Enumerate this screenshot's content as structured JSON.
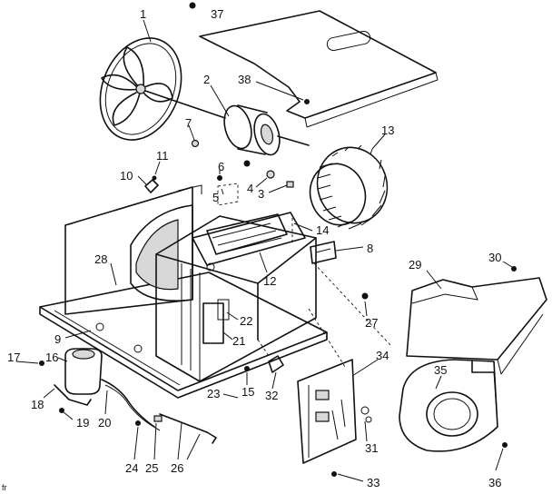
{
  "diagram": {
    "corner_mark": "fr",
    "callouts": [
      {
        "id": "c1",
        "label": "1"
      },
      {
        "id": "c2",
        "label": "2"
      },
      {
        "id": "c3",
        "label": "3"
      },
      {
        "id": "c4",
        "label": "4"
      },
      {
        "id": "c5",
        "label": "5"
      },
      {
        "id": "c6",
        "label": "6"
      },
      {
        "id": "c7",
        "label": "7"
      },
      {
        "id": "c8",
        "label": "8"
      },
      {
        "id": "c9",
        "label": "9"
      },
      {
        "id": "c10",
        "label": "10"
      },
      {
        "id": "c11",
        "label": "11"
      },
      {
        "id": "c12",
        "label": "12"
      },
      {
        "id": "c13",
        "label": "13"
      },
      {
        "id": "c14",
        "label": "14"
      },
      {
        "id": "c15",
        "label": "15"
      },
      {
        "id": "c16",
        "label": "16"
      },
      {
        "id": "c17",
        "label": "17"
      },
      {
        "id": "c18",
        "label": "18"
      },
      {
        "id": "c19",
        "label": "19"
      },
      {
        "id": "c20",
        "label": "20"
      },
      {
        "id": "c21",
        "label": "21"
      },
      {
        "id": "c22",
        "label": "22"
      },
      {
        "id": "c23",
        "label": "23"
      },
      {
        "id": "c24",
        "label": "24"
      },
      {
        "id": "c25",
        "label": "25"
      },
      {
        "id": "c26",
        "label": "26"
      },
      {
        "id": "c27",
        "label": "27"
      },
      {
        "id": "c28",
        "label": "28"
      },
      {
        "id": "c29",
        "label": "29"
      },
      {
        "id": "c30",
        "label": "30"
      },
      {
        "id": "c31",
        "label": "31"
      },
      {
        "id": "c32",
        "label": "32"
      },
      {
        "id": "c33",
        "label": "33"
      },
      {
        "id": "c34",
        "label": "34"
      },
      {
        "id": "c35",
        "label": "35"
      },
      {
        "id": "c36",
        "label": "36"
      },
      {
        "id": "c37",
        "label": "37"
      },
      {
        "id": "c38",
        "label": "38"
      }
    ]
  }
}
